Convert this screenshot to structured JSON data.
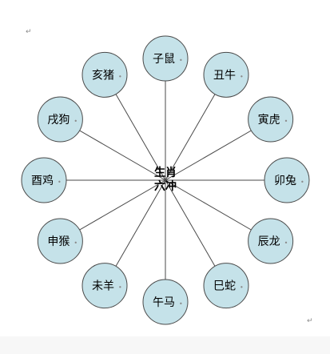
{
  "center": {
    "line1": "生肖",
    "line2": "六冲"
  },
  "nodes": [
    {
      "key": "zi",
      "label": "子鼠"
    },
    {
      "key": "chou",
      "label": "丑牛"
    },
    {
      "key": "yin",
      "label": "寅虎"
    },
    {
      "key": "mao",
      "label": "卯兔"
    },
    {
      "key": "chen",
      "label": "辰龙"
    },
    {
      "key": "si",
      "label": "巳蛇"
    },
    {
      "key": "wu",
      "label": "午马"
    },
    {
      "key": "wei",
      "label": "未羊"
    },
    {
      "key": "shen",
      "label": "申猴"
    },
    {
      "key": "you",
      "label": "酉鸡"
    },
    {
      "key": "xu",
      "label": "戌狗"
    },
    {
      "key": "hai",
      "label": "亥猪"
    }
  ],
  "colors": {
    "node_fill": "#c5e2e9",
    "node_stroke": "#4a4a4a",
    "line": "#4a4a4a",
    "text": "#000000"
  },
  "paragraph_mark": "↵"
}
